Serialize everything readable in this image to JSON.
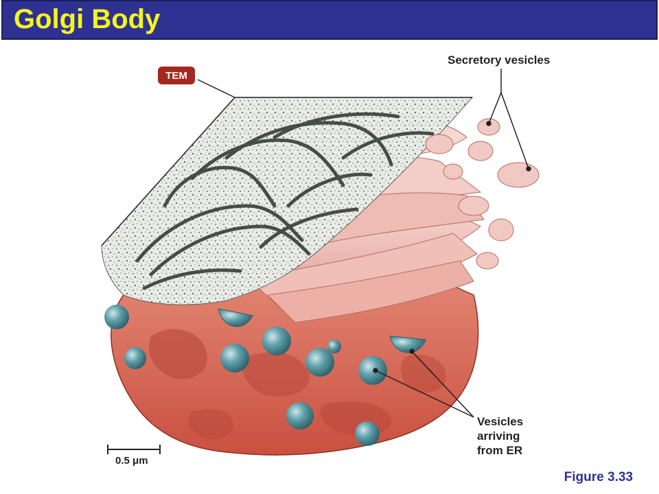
{
  "header": {
    "title": "Golgi Body"
  },
  "diagram": {
    "tem_badge": "TEM",
    "label_secretory": "Secretory vesicles",
    "label_vesicles_er": [
      "Vesicles",
      "arriving",
      "from ER"
    ],
    "scale_bar": "0.5 μm"
  },
  "footer": {
    "figure": "Figure 3.33"
  },
  "colors": {
    "title_bg": "#2e3192",
    "title_text": "#f5f51e",
    "badge": "#a5281e",
    "golgi": "#d9695a",
    "vesicle": "#4f8f9a",
    "caption": "#2e3192"
  }
}
